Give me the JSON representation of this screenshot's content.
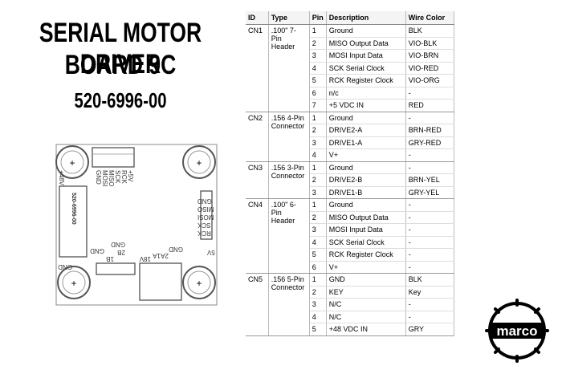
{
  "title": {
    "line1": "SERIAL MOTOR DRIVER",
    "line2": "BOARD 9C",
    "part_number": "520-6996-00"
  },
  "board": {
    "top_header_labels": [
      "GND",
      "MOSI",
      "MISO",
      "SCK",
      "RCK",
      "+5V"
    ],
    "right_header_labels": [
      "GND",
      "MISO",
      "MOSI",
      "SCK",
      "RCK",
      "5V"
    ],
    "bottom_left_labels": [
      "GND",
      "2B",
      "1B"
    ],
    "bottom_right_labels": [
      "GND",
      "2A",
      "1A",
      "18V"
    ],
    "left_label": "GND",
    "side_text": "520-6996-00",
    "left_bottom_label": "GND",
    "top_left_label": "+48V",
    "hole_symbol": "+"
  },
  "table": {
    "headers": [
      "ID",
      "Type",
      "Pin",
      "Description",
      "Wire Color"
    ],
    "groups": [
      {
        "id": "CN1",
        "type": ".100\" 7-Pin Header",
        "rows": [
          [
            "1",
            "Ground",
            "BLK"
          ],
          [
            "2",
            "MISO Output Data",
            "VIO-BLK"
          ],
          [
            "3",
            "MOSI Input Data",
            "VIO-BRN"
          ],
          [
            "4",
            "SCK Serial Clock",
            "VIO-RED"
          ],
          [
            "5",
            "RCK Register Clock",
            "VIO-ORG"
          ],
          [
            "6",
            "n/c",
            "-"
          ],
          [
            "7",
            "+5 VDC IN",
            "RED"
          ]
        ]
      },
      {
        "id": "CN2",
        "type": ".156 4-Pin Connector",
        "rows": [
          [
            "1",
            "Ground",
            "-"
          ],
          [
            "2",
            "DRIVE2-A",
            "BRN-RED"
          ],
          [
            "3",
            "DRIVE1-A",
            "GRY-RED"
          ],
          [
            "4",
            "V+",
            "-"
          ]
        ]
      },
      {
        "id": "CN3",
        "type": ".156 3-Pin Connector",
        "rows": [
          [
            "1",
            "Ground",
            "-"
          ],
          [
            "2",
            "DRIVE2-B",
            "BRN-YEL"
          ],
          [
            "3",
            "DRIVE1-B",
            "GRY-YEL"
          ]
        ]
      },
      {
        "id": "CN4",
        "type": ".100\" 6-Pin Header",
        "rows": [
          [
            "1",
            "Ground",
            "-"
          ],
          [
            "2",
            "MISO Output Data",
            "-"
          ],
          [
            "3",
            "MOSI Input Data",
            "-"
          ],
          [
            "4",
            "SCK Serial Clock",
            "-"
          ],
          [
            "5",
            "RCK Register Clock",
            "-"
          ],
          [
            "6",
            "V+",
            "-"
          ]
        ]
      },
      {
        "id": "CN5",
        "type": ".156 5-Pin Connector",
        "rows": [
          [
            "1",
            "GND",
            "BLK"
          ],
          [
            "2",
            "KEY",
            "Key"
          ],
          [
            "3",
            "N/C",
            "-"
          ],
          [
            "4",
            "N/C",
            "-"
          ],
          [
            "5",
            "+48 VDC IN",
            "GRY"
          ]
        ]
      }
    ]
  },
  "logo": {
    "text": "marco",
    "color": "#000000"
  }
}
